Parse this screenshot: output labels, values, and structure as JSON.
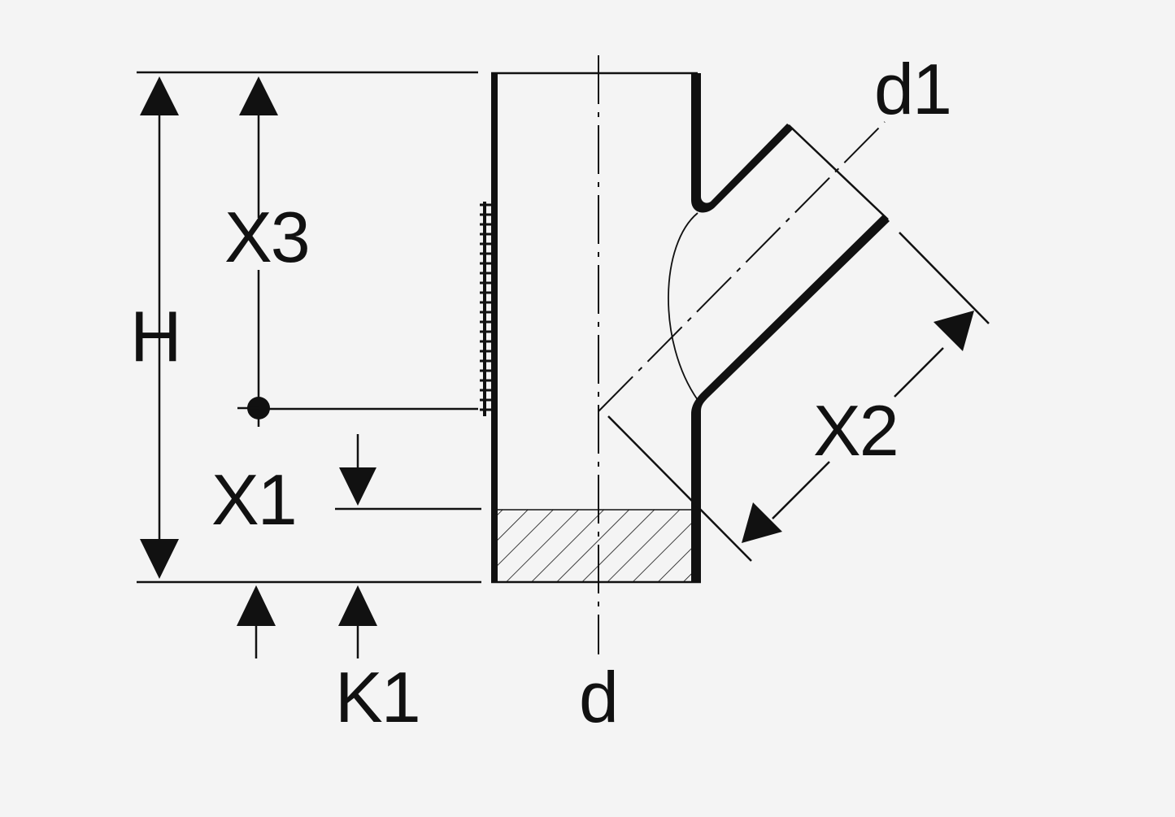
{
  "diagram": {
    "labels": {
      "H": "H",
      "X3": "X3",
      "X1": "X1",
      "X2": "X2",
      "K1": "K1",
      "d": "d",
      "d1": "d1"
    },
    "colors": {
      "background": "#f4f4f4",
      "line": "#111111"
    }
  }
}
